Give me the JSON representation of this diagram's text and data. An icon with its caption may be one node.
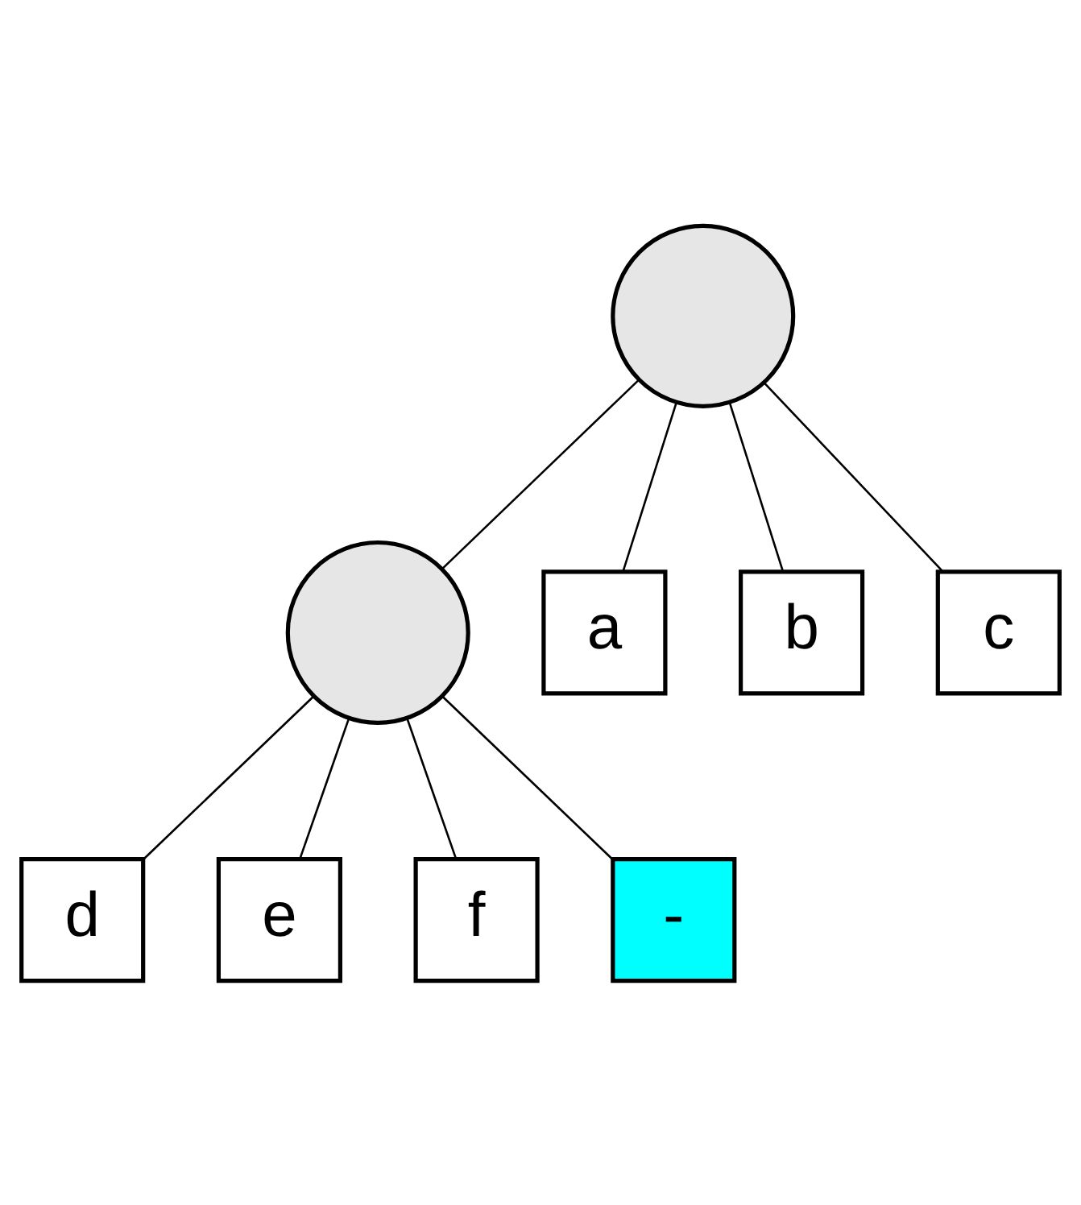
{
  "diagram": {
    "nodes": [
      {
        "text": [],
        "shape": "circle"
      },
      {
        "text": [],
        "shape": "circle"
      },
      {
        "text": [
          "a"
        ]
      },
      {
        "text": [
          "b"
        ]
      },
      {
        "text": [
          "c"
        ]
      },
      {
        "text": [
          "d"
        ]
      },
      {
        "text": [
          "e"
        ]
      },
      {
        "text": [
          "f"
        ]
      },
      {
        "text": [
          "-"
        ]
      }
    ],
    "edges": [
      {
        "from": 0,
        "to": 1,
        "arrow": "none"
      },
      {
        "from": 0,
        "to": 2,
        "arrow": "none"
      },
      {
        "from": 0,
        "to": 3,
        "arrow": "none"
      },
      {
        "from": 0,
        "to": 4,
        "arrow": "none"
      },
      {
        "from": 1,
        "to": 5,
        "arrow": "none"
      },
      {
        "from": 1,
        "to": 6,
        "arrow": "none"
      },
      {
        "from": 1,
        "to": 7,
        "arrow": "none"
      },
      {
        "from": 1,
        "to": 8,
        "arrow": "none"
      }
    ]
  }
}
